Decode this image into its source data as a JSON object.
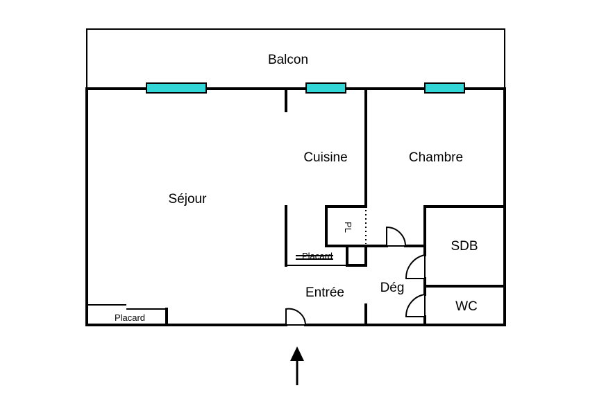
{
  "plan": {
    "rooms": {
      "balcon": "Balcon",
      "sejour": "Séjour",
      "cuisine": "Cuisine",
      "chambre": "Chambre",
      "sdb": "SDB",
      "wc": "WC",
      "deg": "Dég",
      "entree": "Entrée",
      "pl": "PL",
      "placard_entree": "Placard",
      "placard_sejour": "Placard"
    },
    "colors": {
      "walls": "#000000",
      "windows": "#33d6d6",
      "background": "#ffffff"
    },
    "icons": {
      "entrance": "arrow-up-icon"
    }
  }
}
